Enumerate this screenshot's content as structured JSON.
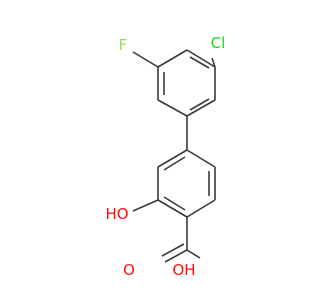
{
  "molecule": {
    "atoms": {
      "fluorine": {
        "label": "F",
        "color": "#90e050"
      },
      "chlorine": {
        "label": "Cl",
        "color": "#1fd01f"
      },
      "hydroxyl_oxygen": {
        "label": "HO",
        "color": "#ff0d0d"
      },
      "carbonyl_oxygen": {
        "label": "O",
        "color": "#ff0d0d"
      },
      "acid_oxygen": {
        "label": "OH",
        "color": "#ff0d0d"
      }
    },
    "bond_color": "#3a3a3a"
  }
}
